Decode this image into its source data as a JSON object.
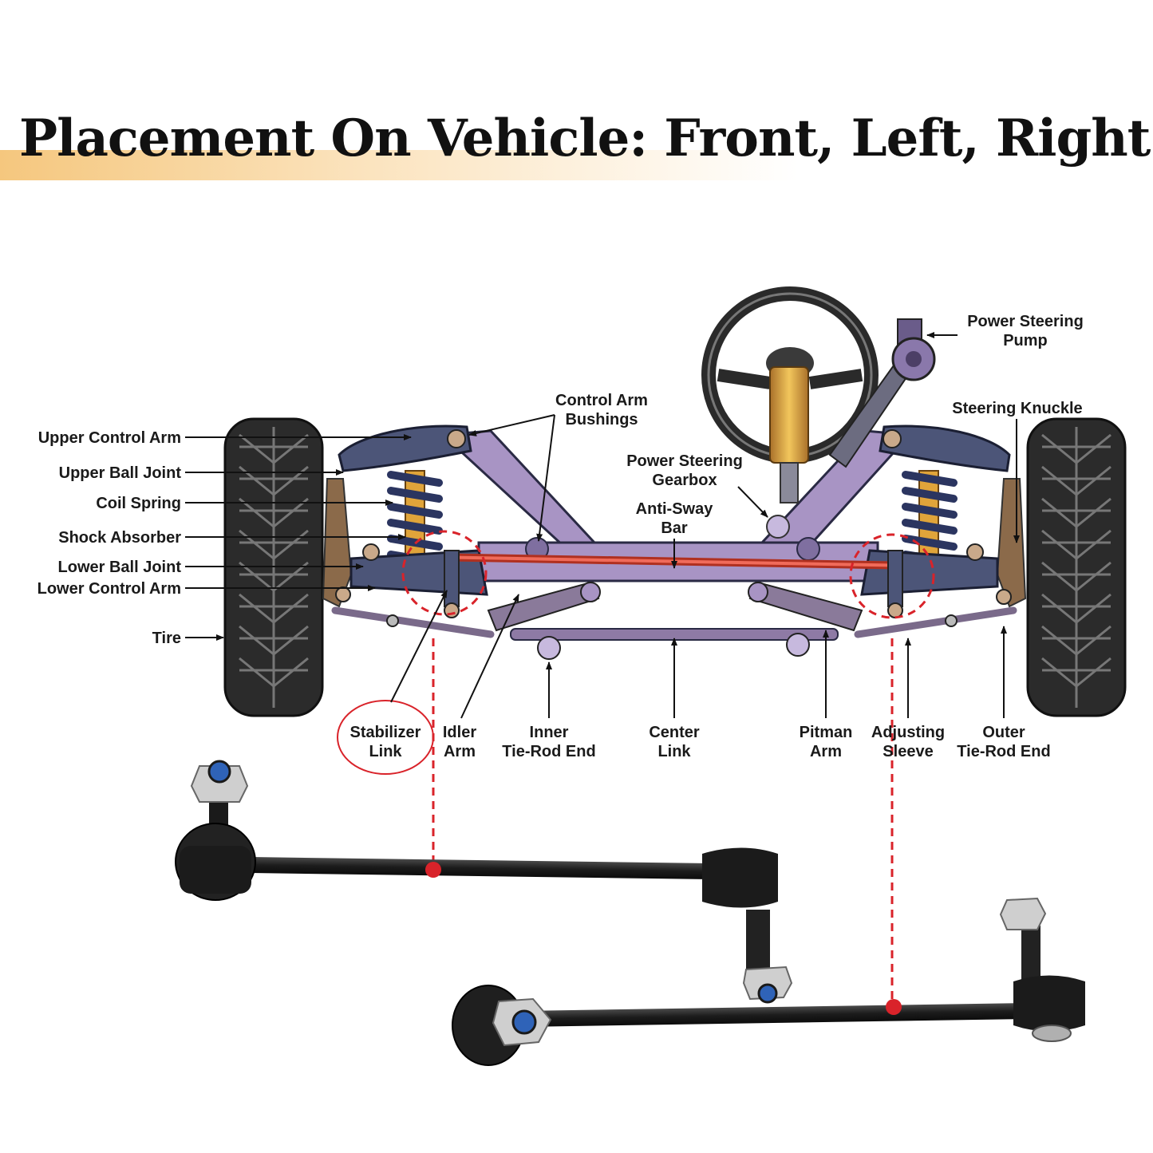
{
  "header": {
    "title": "Placement On Vehicle: Front, Left, Right"
  },
  "labels": {
    "upper_control_arm": "Upper Control Arm",
    "upper_ball_joint": "Upper Ball Joint",
    "coil_spring": "Coil Spring",
    "shock_absorber": "Shock Absorber",
    "lower_ball_joint": "Lower Ball Joint",
    "lower_control_arm": "Lower Control Arm",
    "tire": "Tire",
    "control_arm_bushings": [
      "Control Arm",
      "Bushings"
    ],
    "power_steering_gearbox": [
      "Power Steering",
      "Gearbox"
    ],
    "anti_sway_bar": [
      "Anti-Sway",
      "Bar"
    ],
    "power_steering_pump": [
      "Power Steering",
      "Pump"
    ],
    "steering_knuckle": "Steering Knuckle",
    "stabilizer_link": [
      "Stabilizer",
      "Link"
    ],
    "idler_arm": [
      "Idler",
      "Arm"
    ],
    "inner_tie_rod_end": [
      "Inner",
      "Tie-Rod End"
    ],
    "center_link": [
      "Center",
      "Link"
    ],
    "pitman_arm": [
      "Pitman",
      "Arm"
    ],
    "adjusting_sleeve": [
      "Adjusting",
      "Sleeve"
    ],
    "outer_tie_rod_end": [
      "Outer",
      "Tie-Rod End"
    ]
  },
  "colors": {
    "accent_red": "#d9232a",
    "frame_purple": "#a894c4",
    "arm_slate": "#4c5578",
    "spring_navy": "#2b3560",
    "shock_gold": "#e0a43a",
    "tire_dark": "#2a2a2a",
    "title_band": "#f5c77e"
  }
}
